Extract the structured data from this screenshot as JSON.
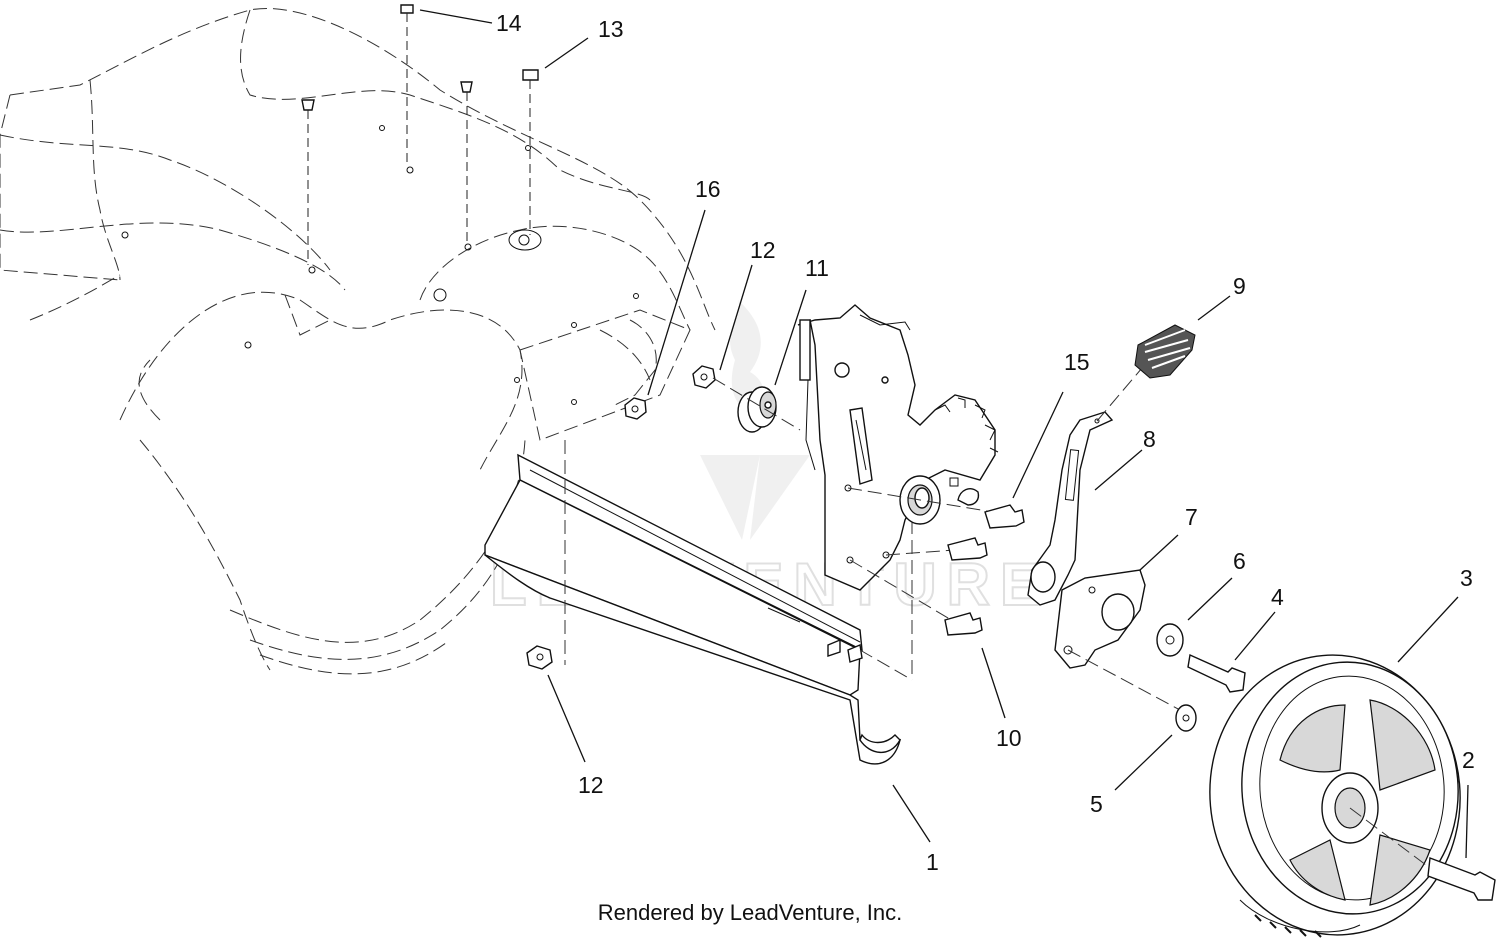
{
  "callouts": [
    {
      "id": "1",
      "label": "1"
    },
    {
      "id": "2",
      "label": "2"
    },
    {
      "id": "3",
      "label": "3"
    },
    {
      "id": "4",
      "label": "4"
    },
    {
      "id": "5",
      "label": "5"
    },
    {
      "id": "6",
      "label": "6"
    },
    {
      "id": "7",
      "label": "7"
    },
    {
      "id": "8",
      "label": "8"
    },
    {
      "id": "9",
      "label": "9"
    },
    {
      "id": "10",
      "label": "10"
    },
    {
      "id": "11",
      "label": "11"
    },
    {
      "id": "12a",
      "label": "12"
    },
    {
      "id": "12b",
      "label": "12"
    },
    {
      "id": "13",
      "label": "13"
    },
    {
      "id": "14",
      "label": "14"
    },
    {
      "id": "15",
      "label": "15"
    },
    {
      "id": "16",
      "label": "16"
    }
  ],
  "watermark": "LEADVENTURE",
  "footer": "Rendered by LeadVenture, Inc."
}
